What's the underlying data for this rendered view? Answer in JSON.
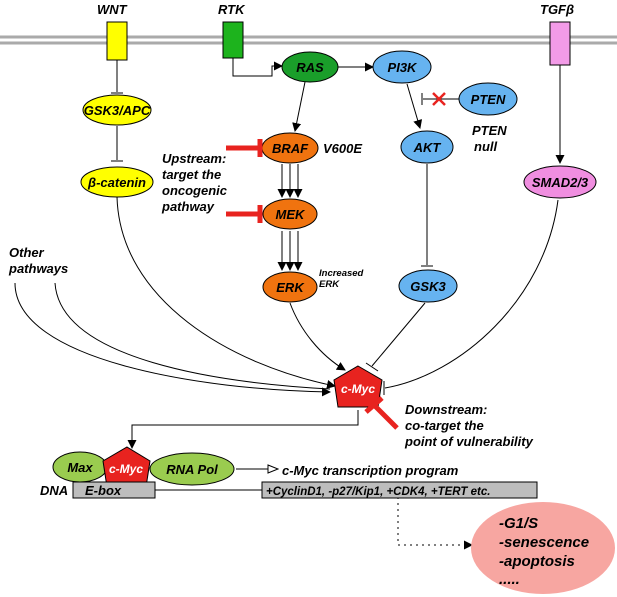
{
  "receptors": {
    "wnt": "WNT",
    "rtk": "RTK",
    "tgfb": "TGFβ"
  },
  "nodes": {
    "gsk3_apc": "GSK3/APC",
    "beta_catenin": "β-catenin",
    "ras": "RAS",
    "pi3k": "PI3K",
    "pten": "PTEN",
    "braf": "BRAF",
    "mek": "MEK",
    "erk": "ERK",
    "akt": "AKT",
    "gsk3": "GSK3",
    "smad": "SMAD2/3",
    "cmyc": "c-Myc",
    "max": "Max",
    "cmyc_complex": "c-Myc",
    "rna_pol": "RNA Pol"
  },
  "labels": {
    "pten_null_line1": "PTEN",
    "pten_null_line2": "null",
    "v600e": "V600E",
    "increased_erk_line1": "Increased",
    "increased_erk_line2": "ERK",
    "upstream_line1": "Upstream:",
    "upstream_line2": "target the",
    "upstream_line3": "oncogenic",
    "upstream_line4": "pathway",
    "other_line1": "Other",
    "other_line2": "pathways",
    "downstream_line1": "Downstream:",
    "downstream_line2": "co-target the",
    "downstream_line3": "point of vulnerability",
    "transcription_program": "c-Myc transcription program",
    "dna": "DNA",
    "ebox": "E-box",
    "targets": "+CyclinD1, -p27/Kip1, +CDK4, +TERT etc."
  },
  "outcomes": {
    "line1": "-G1/S",
    "line2": "-senescence",
    "line3": "-apoptosis",
    "line4": "....."
  },
  "colors": {
    "wnt": "#ffff00",
    "rtk": "#1db31d",
    "tgfb": "#f39be8",
    "ras": "#1a9e2a",
    "pi3k_path": "#66b3f0",
    "mapk_path": "#f0730f",
    "beta_catenin": "#ffff00",
    "smad": "#f08ee0",
    "cmyc": "#e8231f",
    "max": "#9acc4f",
    "box": "#bdbdbd",
    "outcome": "#f7a6a1",
    "inhibitor": "#e8231f"
  }
}
